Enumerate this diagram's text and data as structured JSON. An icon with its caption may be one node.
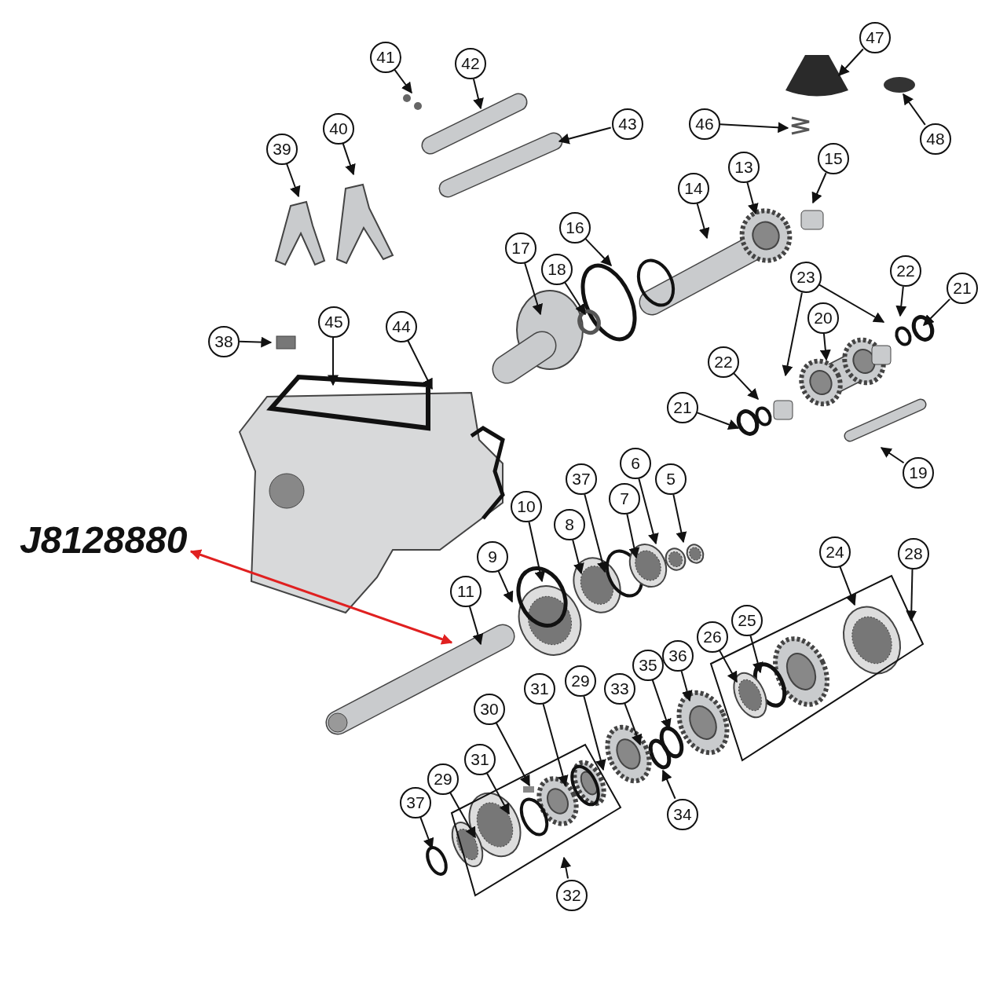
{
  "diagram": {
    "nodes": [
      {
        "text": [
          "47"
        ]
      },
      {
        "text": [
          "41"
        ]
      },
      {
        "text": [
          "42"
        ]
      },
      {
        "text": [
          "40"
        ]
      },
      {
        "text": [
          "43"
        ]
      },
      {
        "text": [
          "46"
        ]
      },
      {
        "text": [
          "48"
        ]
      },
      {
        "text": [
          "39"
        ]
      },
      {
        "text": [
          "15"
        ]
      },
      {
        "text": [
          "13"
        ]
      },
      {
        "text": [
          "14"
        ]
      },
      {
        "text": [
          "16"
        ]
      },
      {
        "text": [
          "17"
        ]
      },
      {
        "text": [
          "18"
        ]
      },
      {
        "text": [
          "22"
        ]
      },
      {
        "text": [
          "23"
        ]
      },
      {
        "text": [
          "21"
        ]
      },
      {
        "text": [
          "20"
        ]
      },
      {
        "text": [
          "45"
        ]
      },
      {
        "text": [
          "44"
        ]
      },
      {
        "text": [
          "38"
        ]
      },
      {
        "text": [
          "22"
        ]
      },
      {
        "text": [
          "21"
        ]
      },
      {
        "text": [
          "6"
        ]
      },
      {
        "text": [
          "19"
        ]
      },
      {
        "text": [
          "37"
        ]
      },
      {
        "text": [
          "5"
        ]
      },
      {
        "text": [
          "7"
        ]
      },
      {
        "text": [
          "10"
        ]
      },
      {
        "text": [
          "8"
        ]
      },
      {
        "text": [
          "J8128880"
        ]
      },
      {
        "text": [
          "9"
        ]
      },
      {
        "text": [
          "24"
        ]
      },
      {
        "text": [
          "28"
        ]
      },
      {
        "text": [
          "11"
        ]
      },
      {
        "text": [
          "25"
        ]
      },
      {
        "text": [
          "26"
        ]
      },
      {
        "text": [
          "36"
        ]
      },
      {
        "text": [
          "33"
        ]
      },
      {
        "text": [
          "29"
        ]
      },
      {
        "text": [
          "35"
        ]
      },
      {
        "text": [
          "34"
        ]
      },
      {
        "text": [
          "30"
        ]
      },
      {
        "text": [
          "31"
        ]
      },
      {
        "text": [
          "31"
        ]
      },
      {
        "text": [
          "29"
        ]
      },
      {
        "text": [
          "37"
        ]
      },
      {
        "text": [
          "32"
        ]
      }
    ],
    "edges": [
      {
        "from": 0,
        "to": null,
        "arrow": "to"
      },
      {
        "from": 1,
        "to": null,
        "arrow": "to"
      },
      {
        "from": 2,
        "to": null,
        "arrow": "to"
      },
      {
        "from": 3,
        "to": null,
        "arrow": "to"
      },
      {
        "from": 4,
        "to": null,
        "arrow": "to"
      },
      {
        "from": 5,
        "to": null,
        "arrow": "to"
      },
      {
        "from": 6,
        "to": null,
        "arrow": "to"
      },
      {
        "from": 7,
        "to": null,
        "arrow": "to"
      },
      {
        "from": 8,
        "to": null,
        "arrow": "to"
      },
      {
        "from": 9,
        "to": null,
        "arrow": "to"
      },
      {
        "from": 10,
        "to": null,
        "arrow": "to"
      },
      {
        "from": 11,
        "to": null,
        "arrow": "to"
      },
      {
        "from": 12,
        "to": null,
        "arrow": "to"
      },
      {
        "from": 13,
        "to": null,
        "arrow": "to"
      },
      {
        "from": 14,
        "to": null,
        "arrow": "to"
      },
      {
        "from": 15,
        "to": null,
        "arrow": "to"
      },
      {
        "from": 15,
        "to": null,
        "arrow": "to"
      },
      {
        "from": 16,
        "to": null,
        "arrow": "to"
      },
      {
        "from": 17,
        "to": null,
        "arrow": "to"
      },
      {
        "from": 18,
        "to": null,
        "arrow": "to"
      },
      {
        "from": 19,
        "to": null,
        "arrow": "to"
      },
      {
        "from": 20,
        "to": null,
        "arrow": "to"
      },
      {
        "from": 21,
        "to": null,
        "arrow": "to"
      },
      {
        "from": 22,
        "to": null,
        "arrow": "to"
      },
      {
        "from": 23,
        "to": null,
        "arrow": "to"
      },
      {
        "from": 24,
        "to": null,
        "arrow": "to"
      },
      {
        "from": 25,
        "to": null,
        "arrow": "to"
      },
      {
        "from": 26,
        "to": null,
        "arrow": "to"
      },
      {
        "from": 27,
        "to": null,
        "arrow": "to"
      },
      {
        "from": 28,
        "to": null,
        "arrow": "to"
      },
      {
        "from": 29,
        "to": null,
        "arrow": "to"
      },
      {
        "from": 30,
        "to": null,
        "arrow": "both",
        "color": "#e02020"
      },
      {
        "from": 31,
        "to": null,
        "arrow": "to"
      },
      {
        "from": 32,
        "to": null,
        "arrow": "to"
      },
      {
        "from": 33,
        "to": null,
        "arrow": "to"
      },
      {
        "from": 34,
        "to": null,
        "arrow": "to"
      },
      {
        "from": 35,
        "to": null,
        "arrow": "to"
      },
      {
        "from": 36,
        "to": null,
        "arrow": "to"
      },
      {
        "from": 37,
        "to": null,
        "arrow": "to"
      },
      {
        "from": 38,
        "to": null,
        "arrow": "to"
      },
      {
        "from": 39,
        "to": null,
        "arrow": "to"
      },
      {
        "from": 40,
        "to": null,
        "arrow": "to"
      },
      {
        "from": 41,
        "to": null,
        "arrow": "to"
      },
      {
        "from": 42,
        "to": null,
        "arrow": "to"
      },
      {
        "from": 43,
        "to": null,
        "arrow": "to"
      },
      {
        "from": 44,
        "to": null,
        "arrow": "to"
      },
      {
        "from": 45,
        "to": null,
        "arrow": "to"
      },
      {
        "from": 46,
        "to": null,
        "arrow": "to"
      },
      {
        "from": 47,
        "to": null,
        "arrow": "to"
      }
    ]
  }
}
